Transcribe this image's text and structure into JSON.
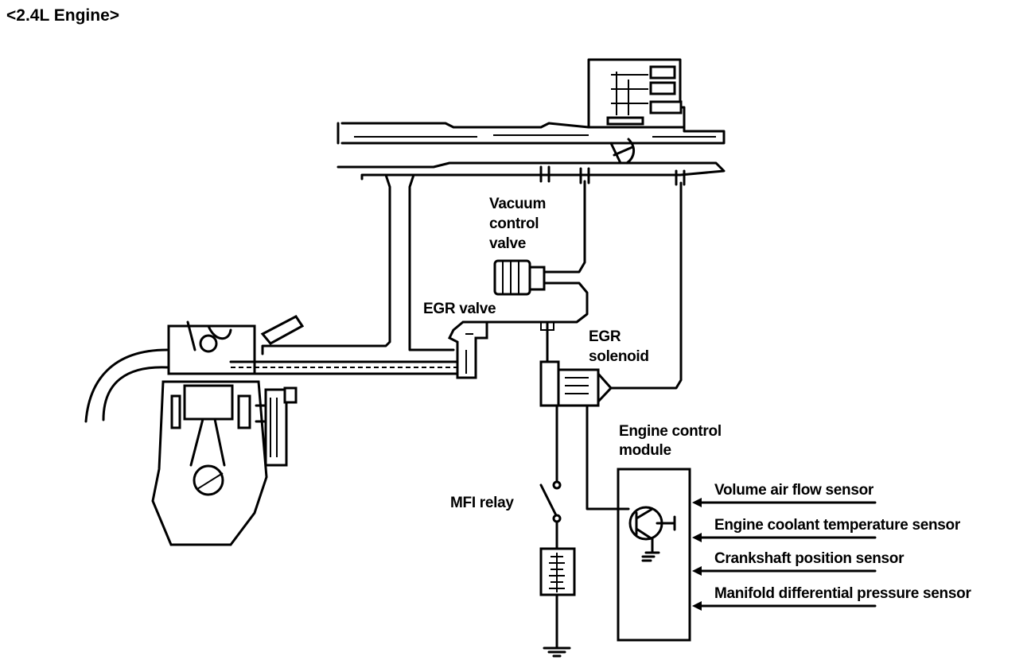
{
  "title": "<2.4L  Engine>",
  "labels": {
    "vacuum_control_valve": [
      "Vacuum",
      "control",
      "valve"
    ],
    "egr_valve": "EGR valve",
    "egr_solenoid": [
      "EGR",
      "solenoid"
    ],
    "engine_control_module": [
      "Engine control",
      "module"
    ],
    "mfi_relay": "MFI relay"
  },
  "sensors": [
    "Volume air flow sensor",
    "Engine coolant temperature sensor",
    "Crankshaft position sensor",
    "Manifold differential pressure sensor"
  ]
}
